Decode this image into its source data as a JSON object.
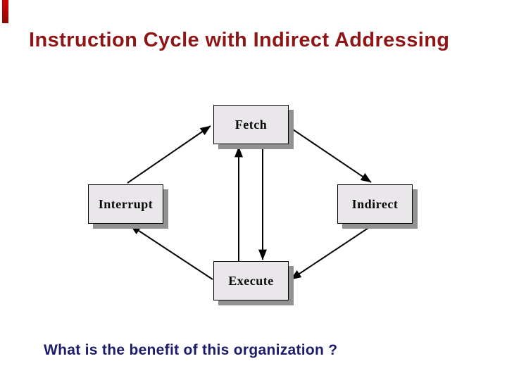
{
  "slide": {
    "title": "Instruction Cycle with Indirect Addressing",
    "title_color": "#8e1616",
    "question": "What is the benefit of this organization ?",
    "question_color": "#1c1c6e",
    "background": "#ffffff",
    "accent_bar_top_color": "#d40000",
    "accent_bar_bottom_color": "#8a0b0b"
  },
  "diagram": {
    "type": "state-cycle-diagram",
    "box_fill": "#e9e7e9",
    "box_border": "#000000",
    "box_shadow_color": "#919191",
    "arrow_color": "#000000",
    "nodes": [
      {
        "id": "fetch",
        "label": "Fetch"
      },
      {
        "id": "interrupt",
        "label": "Interrupt"
      },
      {
        "id": "indirect",
        "label": "Indirect"
      },
      {
        "id": "execute",
        "label": "Execute"
      }
    ],
    "edges": [
      {
        "from": "interrupt",
        "to": "fetch"
      },
      {
        "from": "fetch",
        "to": "indirect"
      },
      {
        "from": "indirect",
        "to": "execute"
      },
      {
        "from": "execute",
        "to": "interrupt"
      },
      {
        "from": "execute",
        "to": "fetch"
      },
      {
        "from": "fetch",
        "to": "execute"
      }
    ]
  }
}
